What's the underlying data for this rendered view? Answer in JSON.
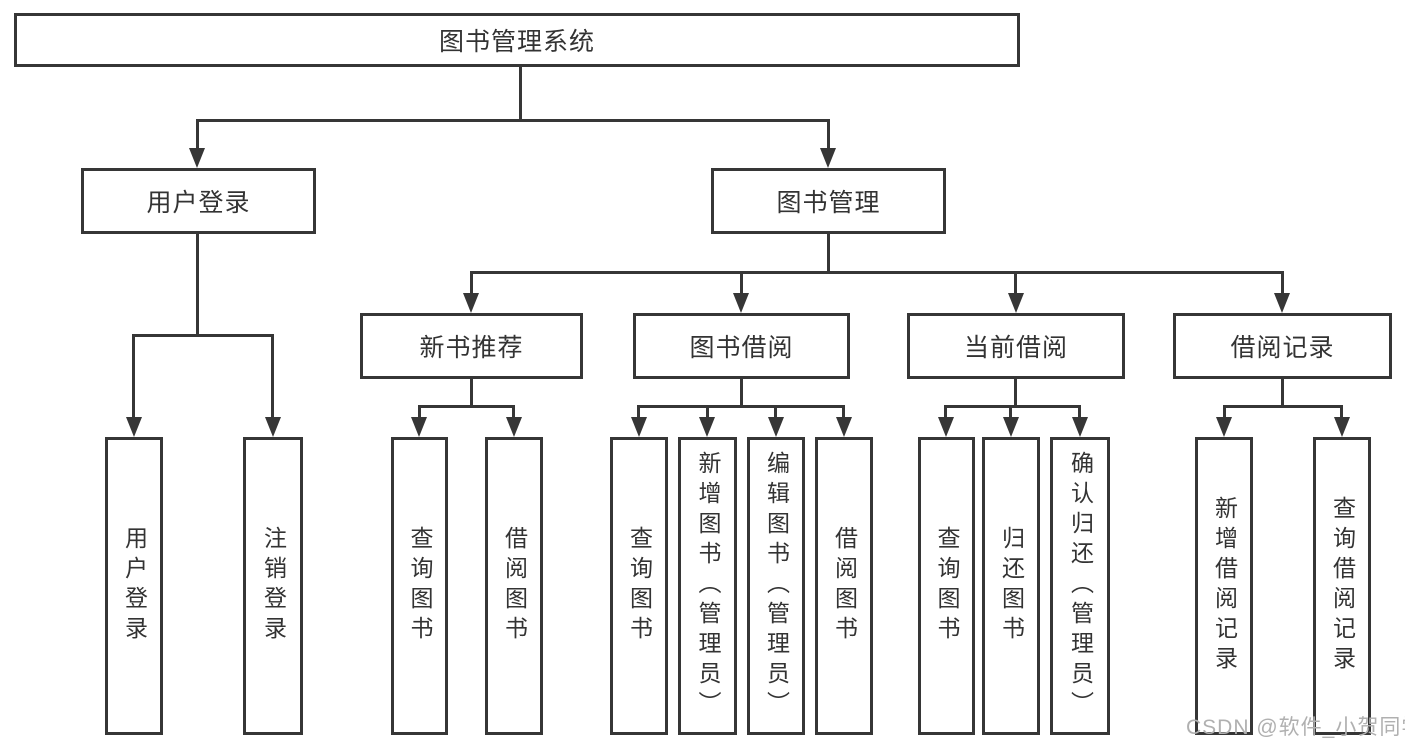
{
  "diagram_title": "图书管理系统",
  "tree": {
    "root": {
      "label": "图书管理系统"
    },
    "branches": [
      {
        "label": "用户登录",
        "children": [
          {
            "label": "用户登录"
          },
          {
            "label": "注销登录"
          }
        ]
      },
      {
        "label": "图书管理",
        "children": [
          {
            "label": "新书推荐",
            "children": [
              {
                "label": "查询图书"
              },
              {
                "label": "借阅图书"
              }
            ]
          },
          {
            "label": "图书借阅",
            "children": [
              {
                "label": "查询图书"
              },
              {
                "label": "新增图书（管理员）"
              },
              {
                "label": "编辑图书（管理员）"
              },
              {
                "label": "借阅图书"
              }
            ]
          },
          {
            "label": "当前借阅",
            "children": [
              {
                "label": "查询图书"
              },
              {
                "label": "归还图书"
              },
              {
                "label": "确认归还（管理员）"
              }
            ]
          },
          {
            "label": "借阅记录",
            "children": [
              {
                "label": "新增借阅记录"
              },
              {
                "label": "查询借阅记录"
              }
            ]
          }
        ]
      }
    ]
  },
  "watermark": {
    "text": "CSDN @软件_小贺同学"
  },
  "colors": {
    "line": "#363636",
    "text": "#333333",
    "box_fill": "#ffffff",
    "background": "#ffffff",
    "watermark": "#b0b0b0"
  }
}
